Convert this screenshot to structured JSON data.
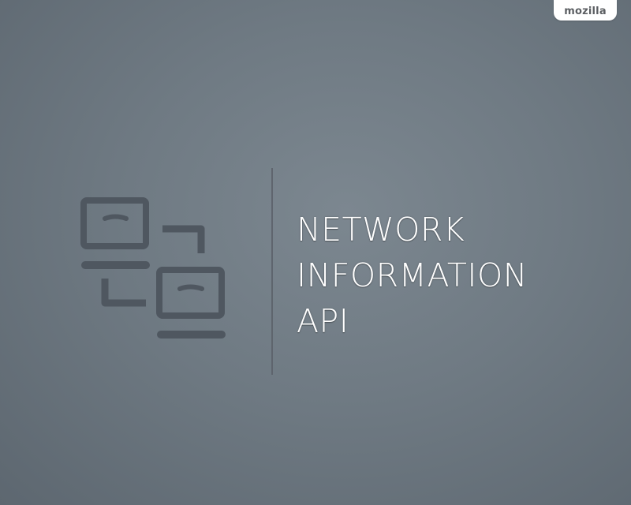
{
  "brand": {
    "logo_text": "mozilla"
  },
  "slide": {
    "title_lines": [
      "NETWORK",
      "INFORMATION",
      "API"
    ],
    "icon": "network-computers-icon"
  },
  "colors": {
    "background": "#6f7a83",
    "icon": "#4f5760",
    "title": "#ffffff",
    "logo_tab": "#ffffff",
    "logo_text": "#5b5e62"
  }
}
